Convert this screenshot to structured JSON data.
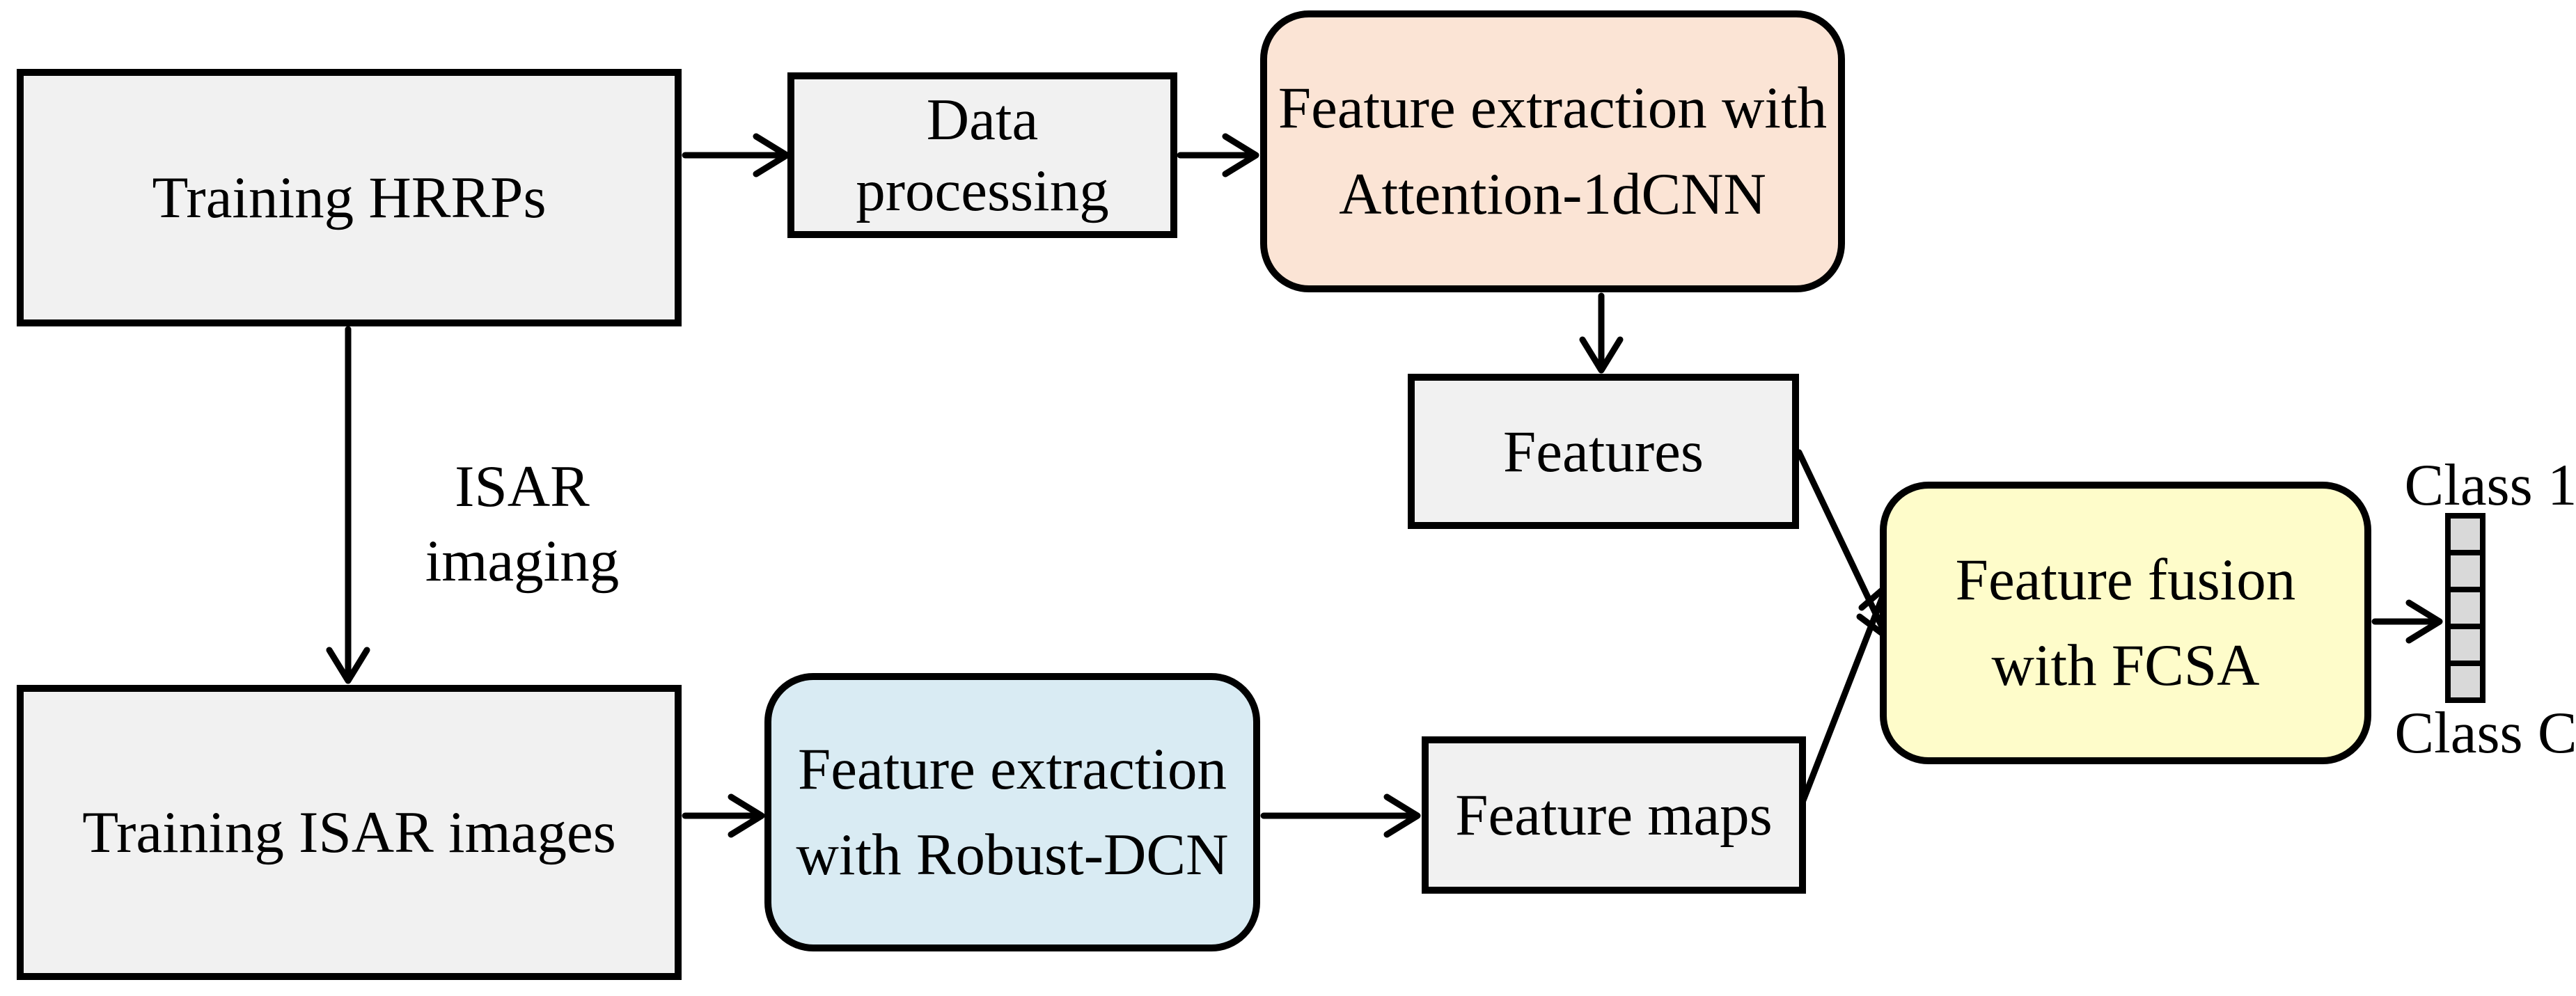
{
  "diagram": {
    "nodes": {
      "training_hrrps": {
        "label": "Training HRRPs"
      },
      "data_processing": {
        "label": "Data\nprocessing"
      },
      "attention_1dcnn": {
        "label": "Feature extraction with\nAttention-1dCNN"
      },
      "features": {
        "label": "Features"
      },
      "training_isar_images": {
        "label": "Training ISAR images"
      },
      "robust_dcn": {
        "label": "Feature extraction\nwith Robust-DCN"
      },
      "feature_maps": {
        "label": "Feature maps"
      },
      "feature_fusion": {
        "label": "Feature fusion\nwith FCSA"
      },
      "isar_imaging": {
        "label": "ISAR\nimaging"
      },
      "class_first": {
        "label": "Class 1"
      },
      "class_last": {
        "label": "Class C"
      },
      "output_vector": {
        "cells": 5
      }
    },
    "colors": {
      "background": "#ffffff",
      "stroke": "#000000",
      "gray_node_fill": "#f1f1f1",
      "attention_fill": "#fbe4d5",
      "robust_fill": "#d9ebf3",
      "fusion_fill": "#fefcca",
      "vector_cell_fill": "#d9d9d9"
    }
  }
}
